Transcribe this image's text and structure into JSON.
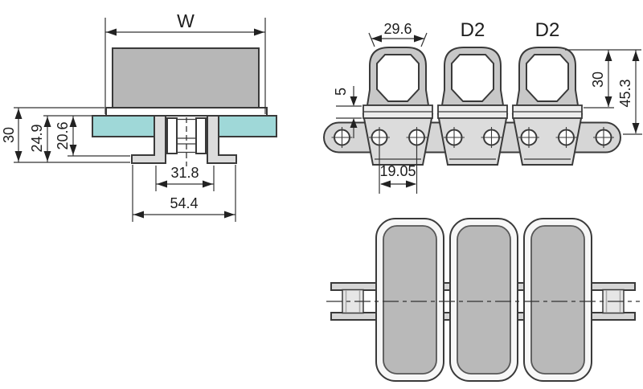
{
  "front_view": {
    "top_width": "W",
    "overall_height": "30",
    "height_to_foot_bottom": "24.9",
    "height_to_foot_top": "20.6",
    "bracket_inner_width": "31.8",
    "bracket_outer_width": "54.4"
  },
  "side_view": {
    "clip_top_width": "29.6",
    "clip_label_mid": "D2",
    "clip_label_right": "D2",
    "plate_thickness": "5",
    "clip_height": "30",
    "overall_height": "45.3",
    "chain_pitch": "19.05"
  },
  "colors": {
    "rail_teal": "#9fd8d8",
    "part_gray": "#b7b7b7",
    "line": "#3a3a3a"
  }
}
